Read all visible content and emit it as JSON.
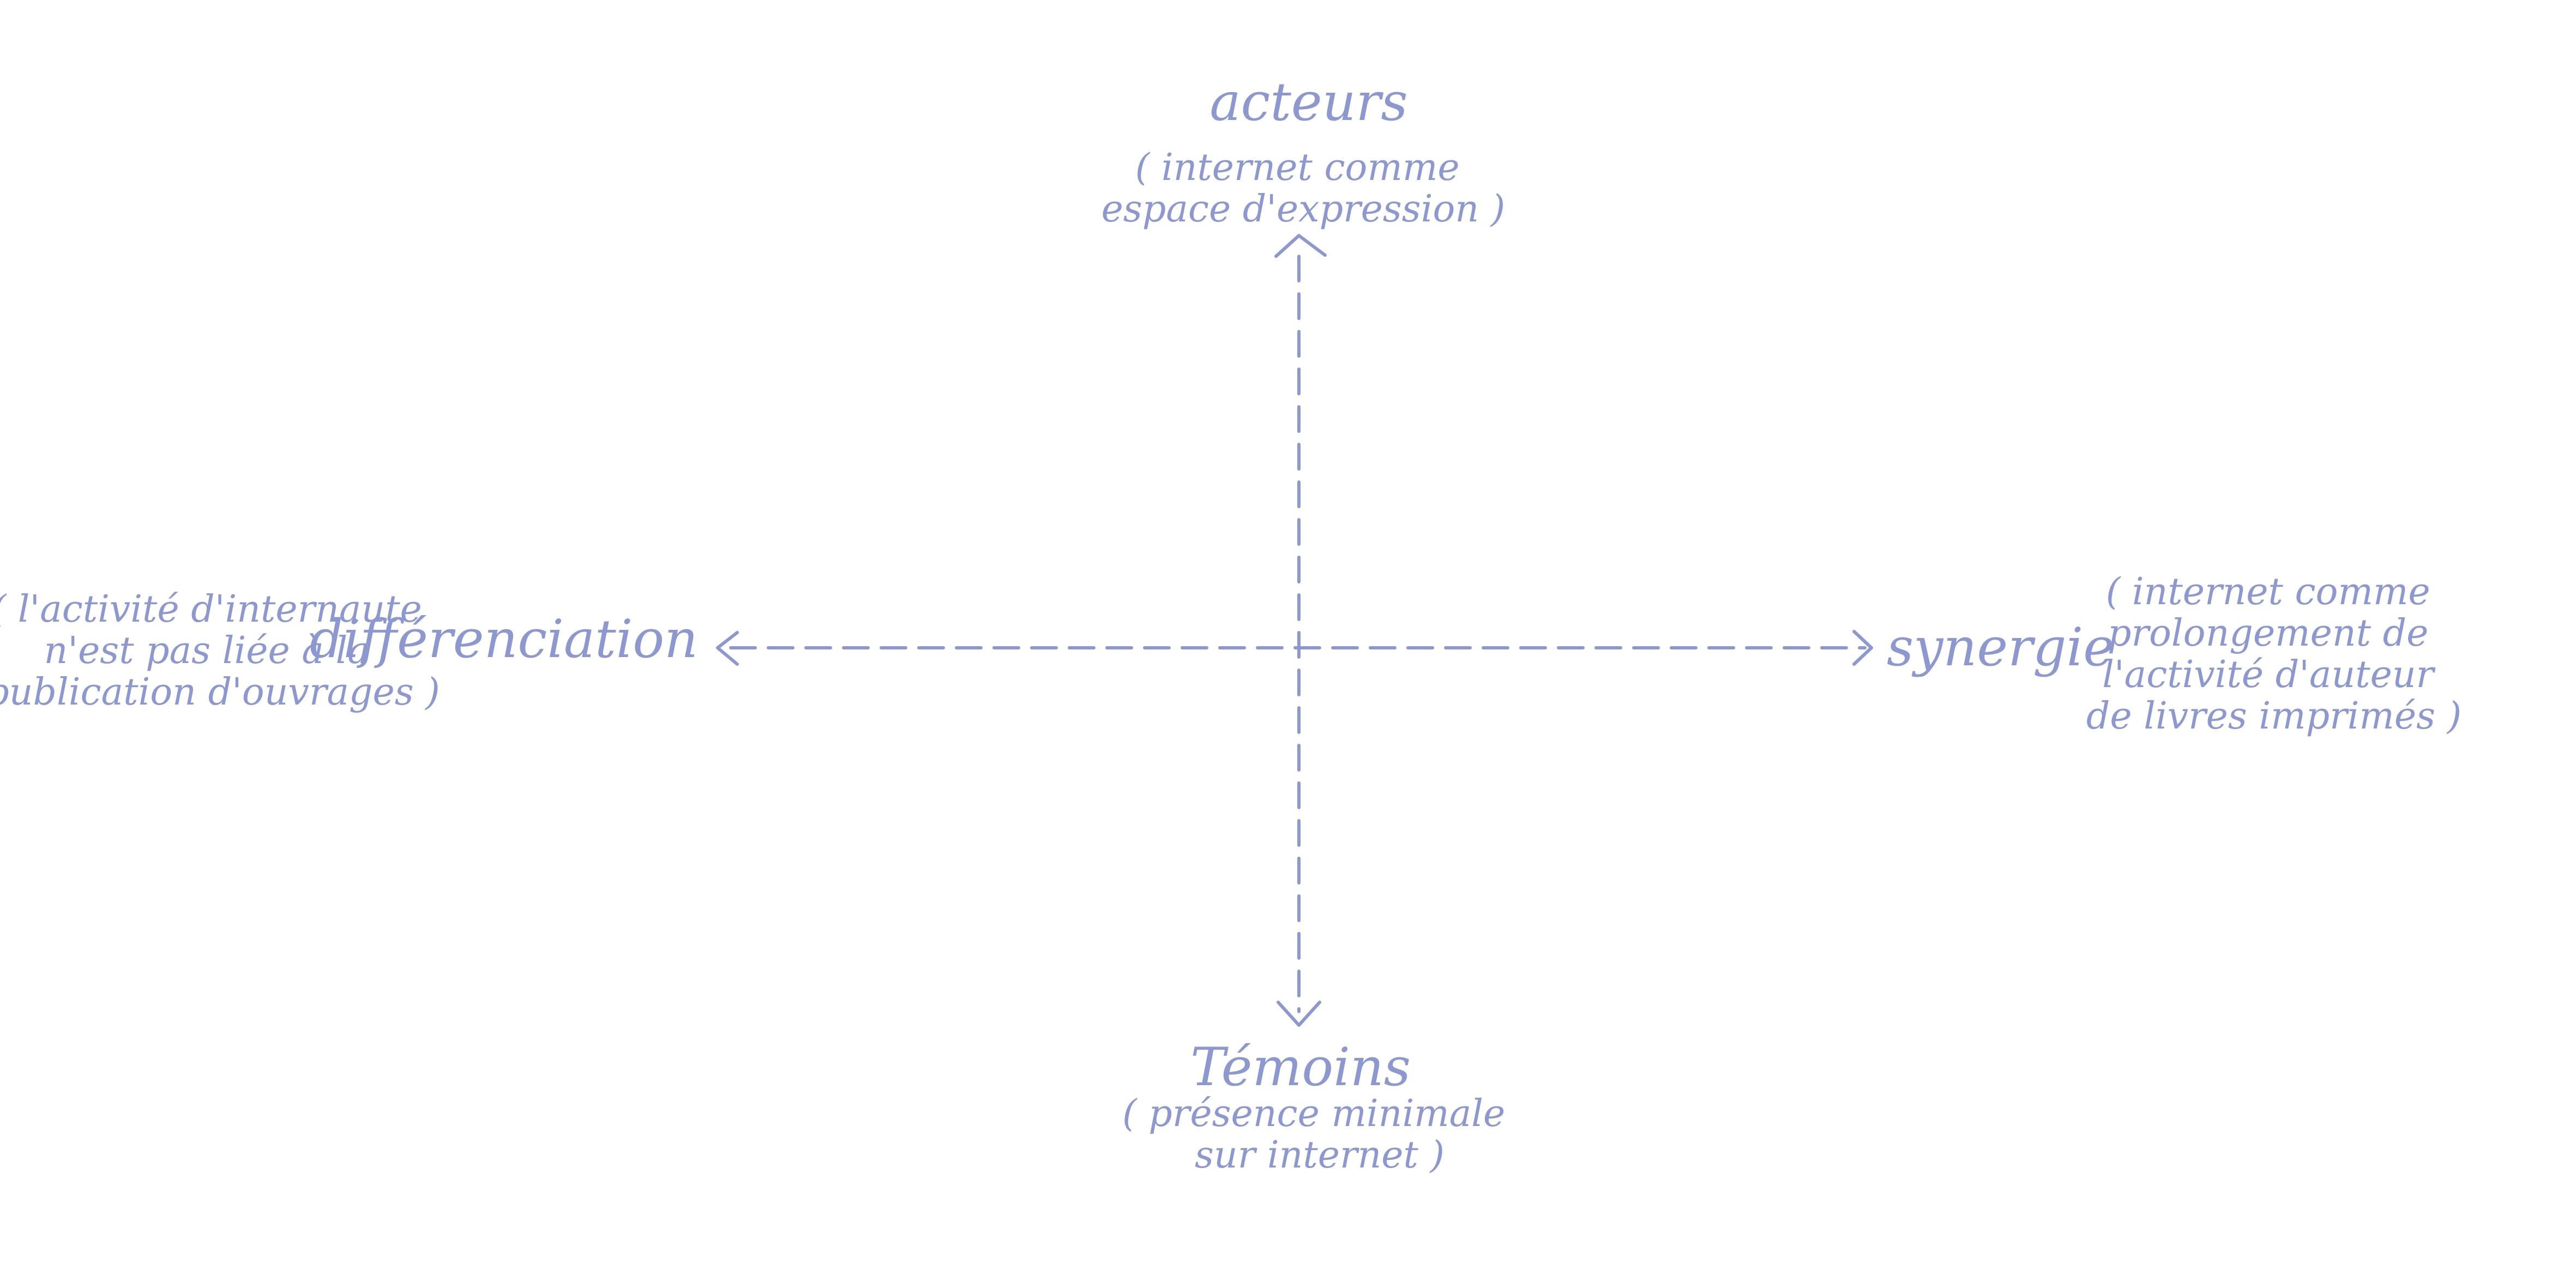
{
  "poles": {
    "top": {
      "title": "acteurs",
      "note_lines": [
        "( internet comme",
        "espace d'expression )"
      ]
    },
    "bottom": {
      "title": "Témoins",
      "note_lines": [
        "( présence minimale",
        "sur internet )"
      ]
    },
    "left": {
      "title": "différenciation",
      "note_lines": [
        "( l'activité d'internaute",
        "n'est pas liée à la",
        "publication d'ouvrages )"
      ]
    },
    "right": {
      "title": "synergie",
      "note_lines": [
        "( internet comme",
        "prolongement de",
        "l'activité d'auteur",
        "de livres imprimés )"
      ]
    }
  },
  "colors": {
    "ink": "#8c98cf",
    "background": "#ffffff"
  }
}
